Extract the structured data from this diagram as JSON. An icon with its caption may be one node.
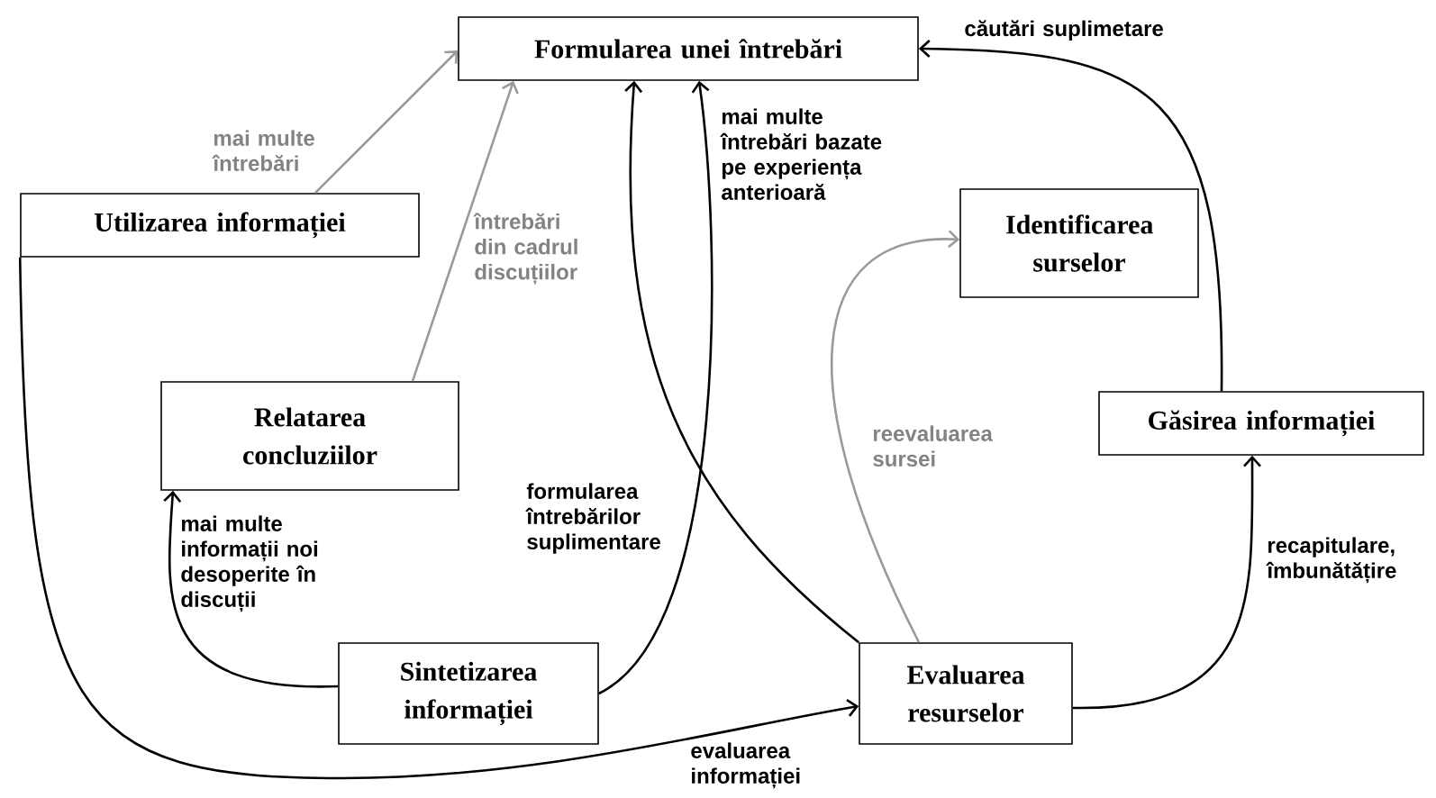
{
  "diagram": {
    "nodes": [
      {
        "text": [
          "Formularea unei întrebări"
        ]
      },
      {
        "text": [
          "Utilizarea informației"
        ]
      },
      {
        "text": [
          "Identificarea surselor"
        ]
      },
      {
        "text": [
          "Relatarea concluziilor"
        ]
      },
      {
        "text": [
          "Găsirea informației"
        ]
      },
      {
        "text": [
          "Sintetizarea informației"
        ]
      },
      {
        "text": [
          "Evaluarea resurselor"
        ]
      }
    ],
    "edges": [
      {
        "from": 1,
        "to": 0,
        "arrow": "to",
        "label": "mai multe întrebări",
        "color": "#9a9a9a"
      },
      {
        "from": 3,
        "to": 0,
        "arrow": "to",
        "label": "întrebări din cadrul discuțiilor",
        "color": "#9a9a9a"
      },
      {
        "from": 5,
        "to": 0,
        "arrow": "to",
        "label": "mai multe întrebări bazate pe experiența anterioară"
      },
      {
        "from": 6,
        "to": 0,
        "arrow": "to",
        "label": "formularea întrebărilor suplimentare"
      },
      {
        "from": 4,
        "to": 0,
        "arrow": "to",
        "label": "căutări suplimetare"
      },
      {
        "from": 6,
        "to": 2,
        "arrow": "to",
        "label": "reevaluarea sursei",
        "color": "#9a9a9a"
      },
      {
        "from": 6,
        "to": 4,
        "arrow": "to",
        "label": "recapitulare, îmbunătățire"
      },
      {
        "from": 5,
        "to": 3,
        "arrow": "to",
        "label": "mai multe informații noi desoperite în discuții"
      },
      {
        "from": 1,
        "to": 6,
        "arrow": "to",
        "label": "evaluarea informației"
      }
    ]
  }
}
